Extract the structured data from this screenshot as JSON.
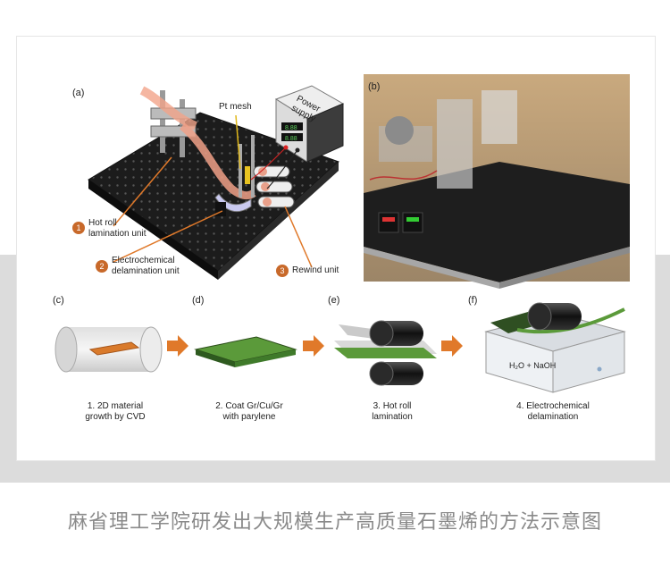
{
  "figure": {
    "panel_a": {
      "label": "(a)",
      "pt_mesh": "Pt mesh",
      "power_supply": "Power supply",
      "callouts": [
        {
          "num": "1",
          "line1": "Hot roll",
          "line2": "lamination unit"
        },
        {
          "num": "2",
          "line1": "Electrochemical",
          "line2": "delamination unit"
        },
        {
          "num": "3",
          "line1": "Rewind unit",
          "line2": ""
        }
      ]
    },
    "panel_b": {
      "label": "(b)"
    },
    "steps": [
      {
        "label": "(c)",
        "line1": "1. 2D material",
        "line2": "growth by CVD"
      },
      {
        "label": "(d)",
        "line1": "2. Coat Gr/Cu/Gr",
        "line2": "with parylene"
      },
      {
        "label": "(e)",
        "line1": "3. Hot roll",
        "line2": "lamination"
      },
      {
        "label": "(f)",
        "line1": "4. Electrochemical",
        "line2": "delamination"
      }
    ],
    "electrolyte": "H₂O + NaOH"
  },
  "caption": "麻省理工学院研发出大规模生产高质量石墨烯的方法示意图",
  "colors": {
    "band": "#dcdcdc",
    "arrow": "#e0792a",
    "callout": "#c8692a",
    "caption": "#8a8a8a"
  }
}
